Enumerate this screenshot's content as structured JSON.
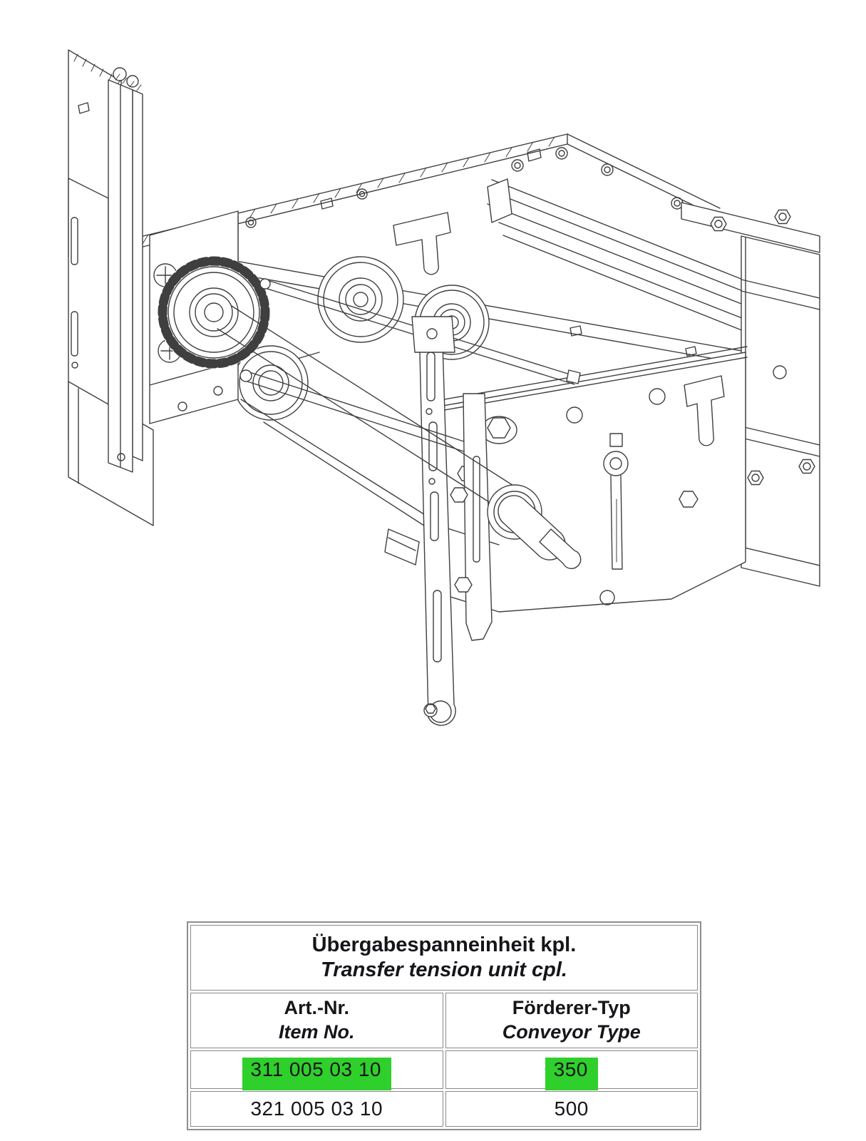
{
  "figure": {
    "alt": "Isometric exploded line drawing of the transfer tension unit assembly",
    "line_color": "#3f3f3f"
  },
  "table": {
    "title": {
      "de": "Übergabespanneinheit kpl.",
      "en": "Transfer tension unit cpl."
    },
    "columns": {
      "item_no": {
        "de": "Art.-Nr.",
        "en": "Item No."
      },
      "conveyor_type": {
        "de": "Förderer-Typ",
        "en": "Conveyor Type"
      }
    },
    "rows": [
      {
        "item_no": "311 005 03 10",
        "conveyor_type": "350",
        "highlighted": true
      },
      {
        "item_no": "321 005 03 10",
        "conveyor_type": "500",
        "highlighted": false
      }
    ],
    "highlight_color": "#2fd02b"
  }
}
